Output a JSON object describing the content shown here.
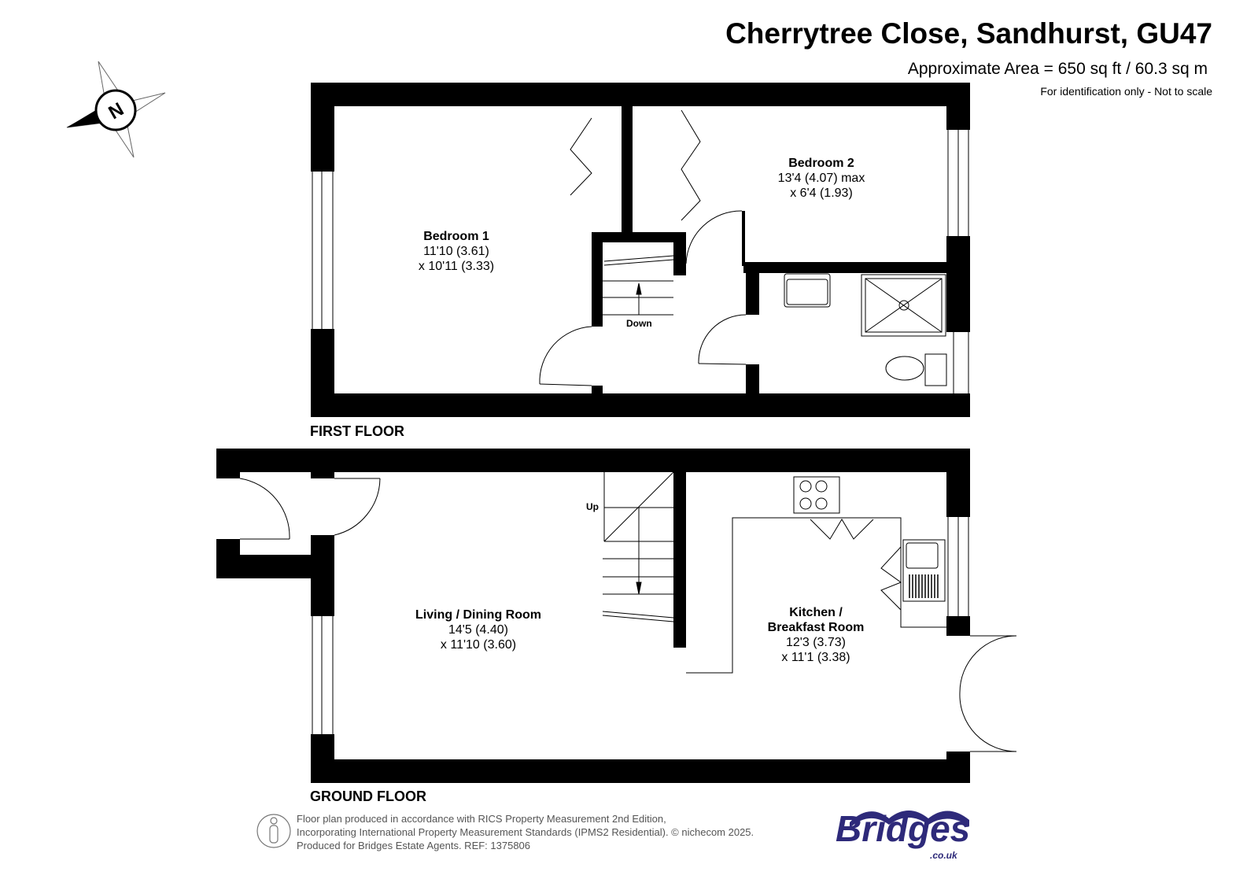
{
  "header": {
    "title": "Cherrytree Close, Sandhurst, GU47",
    "area": "Approximate Area = 650 sq ft / 60.3 sq m",
    "note": "For identification only - Not to scale"
  },
  "compass": {
    "label": "N",
    "icon": "compass-north-icon"
  },
  "first_floor": {
    "label": "FIRST FLOOR",
    "rooms": [
      {
        "name": "Bedroom 1",
        "dim1": "11'10 (3.61)",
        "dim2": "x 10'11 (3.33)"
      },
      {
        "name": "Bedroom 2",
        "dim1": "13'4 (4.07) max",
        "dim2": "x 6'4 (1.93)"
      }
    ],
    "stairs": "Down"
  },
  "ground_floor": {
    "label": "GROUND FLOOR",
    "rooms": [
      {
        "name": "Living / Dining Room",
        "dim1": "14'5 (4.40)",
        "dim2": "x 11'10 (3.60)"
      },
      {
        "name": "Kitchen /",
        "name2": "Breakfast Room",
        "dim1": "12'3 (3.73)",
        "dim2": "x 11'1 (3.38)"
      }
    ],
    "stairs": "Up"
  },
  "footer": {
    "line1": "Floor plan produced in accordance with RICS Property Measurement 2nd Edition,",
    "line2": "Incorporating International Property Measurement Standards (IPMS2 Residential).   © nichecom 2025.",
    "line3": "Produced for Bridges Estate Agents.   REF: 1375806"
  },
  "logo": {
    "text": "Bridges",
    "suffix": ".co.uk",
    "color": "#2e2a7a"
  }
}
